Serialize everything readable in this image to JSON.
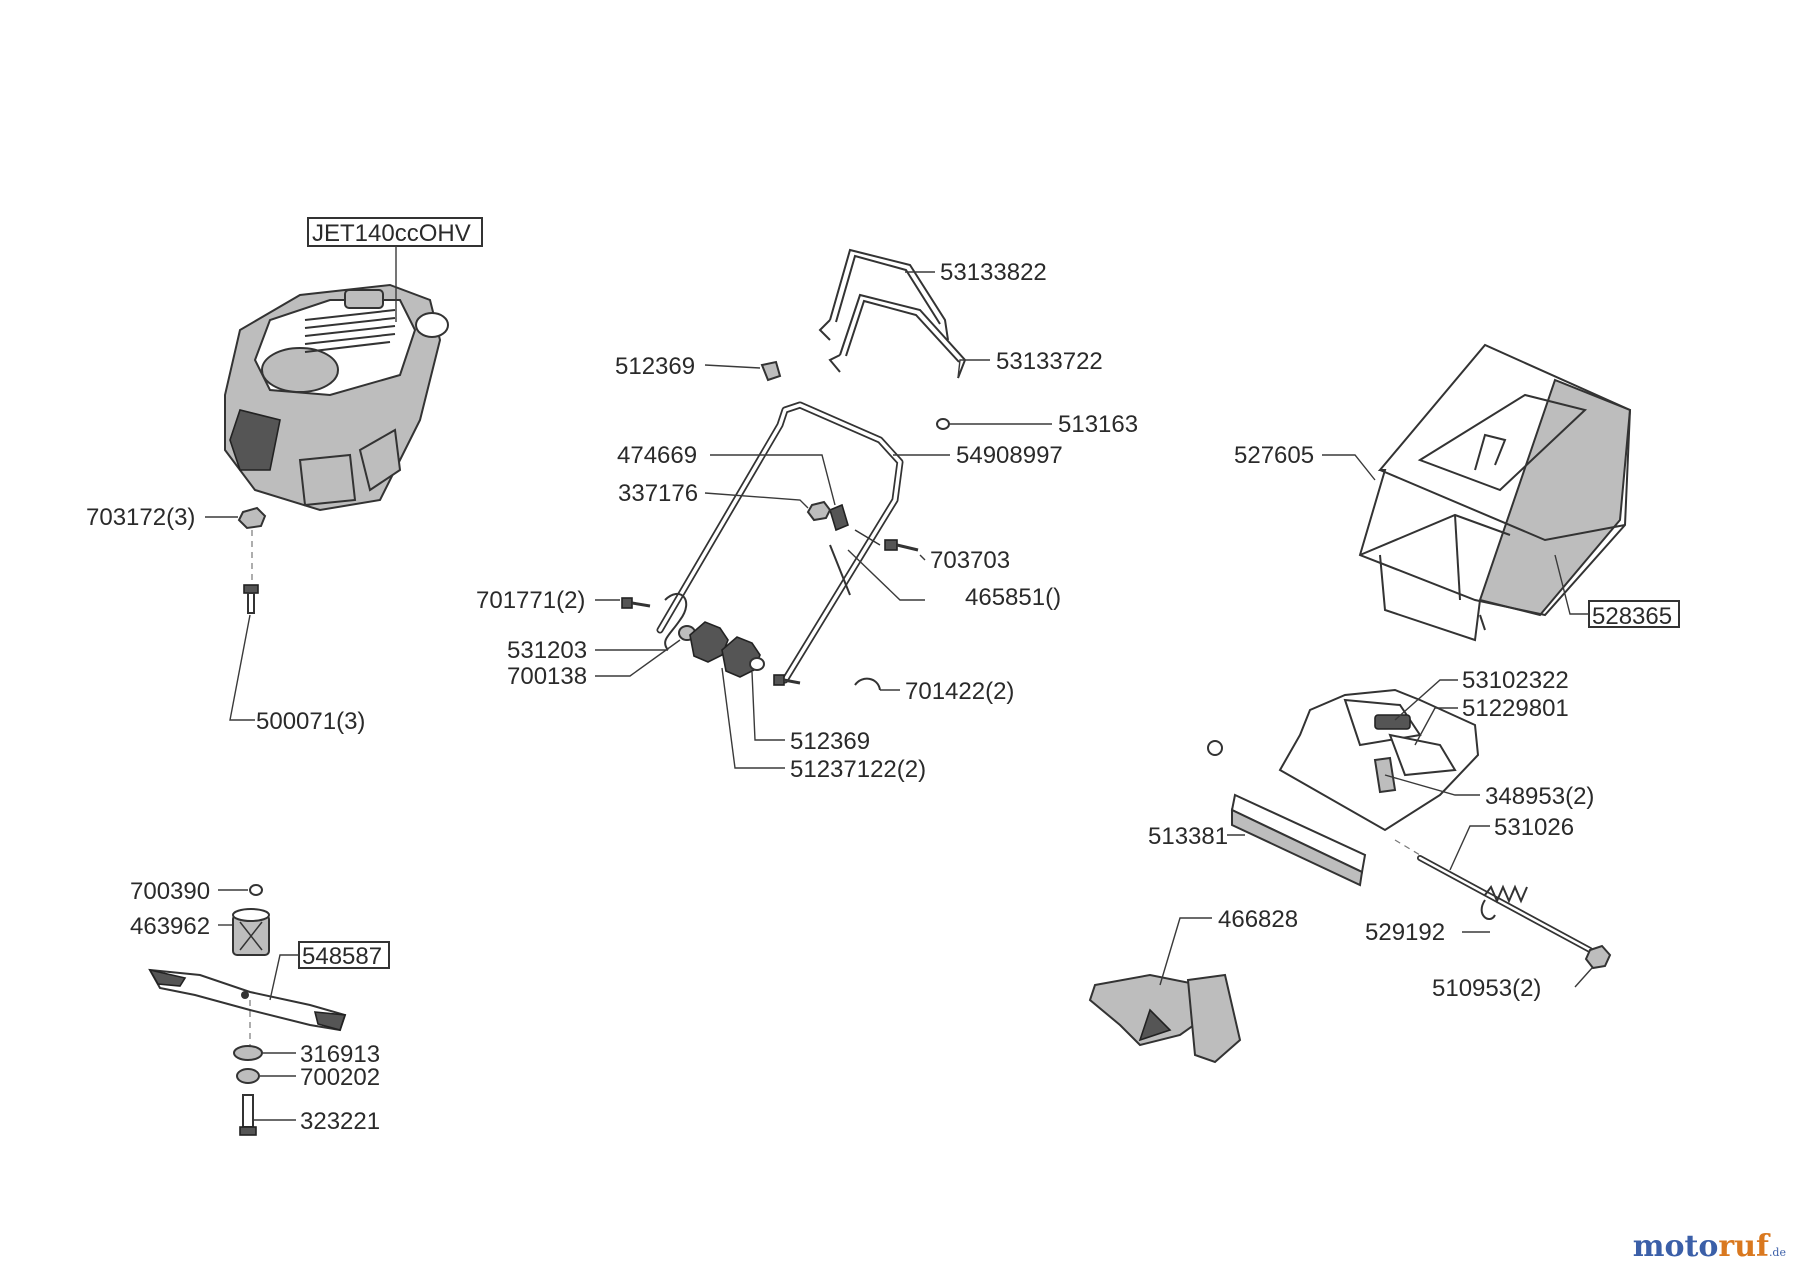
{
  "labels": {
    "engine": "JET140ccOHV",
    "l703172": "703172(3)",
    "l500071": "500071(3)",
    "l53133822": "53133822",
    "l53133722": "53133722",
    "l512369a": "512369",
    "l513163": "513163",
    "l474669": "474669",
    "l54908997": "54908997",
    "l337176": "337176",
    "l703703": "703703",
    "l701771": "701771(2)",
    "l465851": "465851()",
    "l531203": "531203",
    "l700138": "700138",
    "l701422": "701422(2)",
    "l512369b": "512369",
    "l51237122": "51237122(2)",
    "l527605": "527605",
    "l528365": "528365",
    "l53102322": "53102322",
    "l51229801": "51229801",
    "l348953": "348953(2)",
    "l513381": "513381",
    "l531026": "531026",
    "l466828": "466828",
    "l529192": "529192",
    "l510953": "510953(2)",
    "l700390": "700390",
    "l463962": "463962",
    "l548587": "548587",
    "l316913": "316913",
    "l700202": "700202",
    "l323221": "323221"
  },
  "logo": {
    "part1": "moto",
    "part2": "ruf",
    "suffix": ".de"
  }
}
